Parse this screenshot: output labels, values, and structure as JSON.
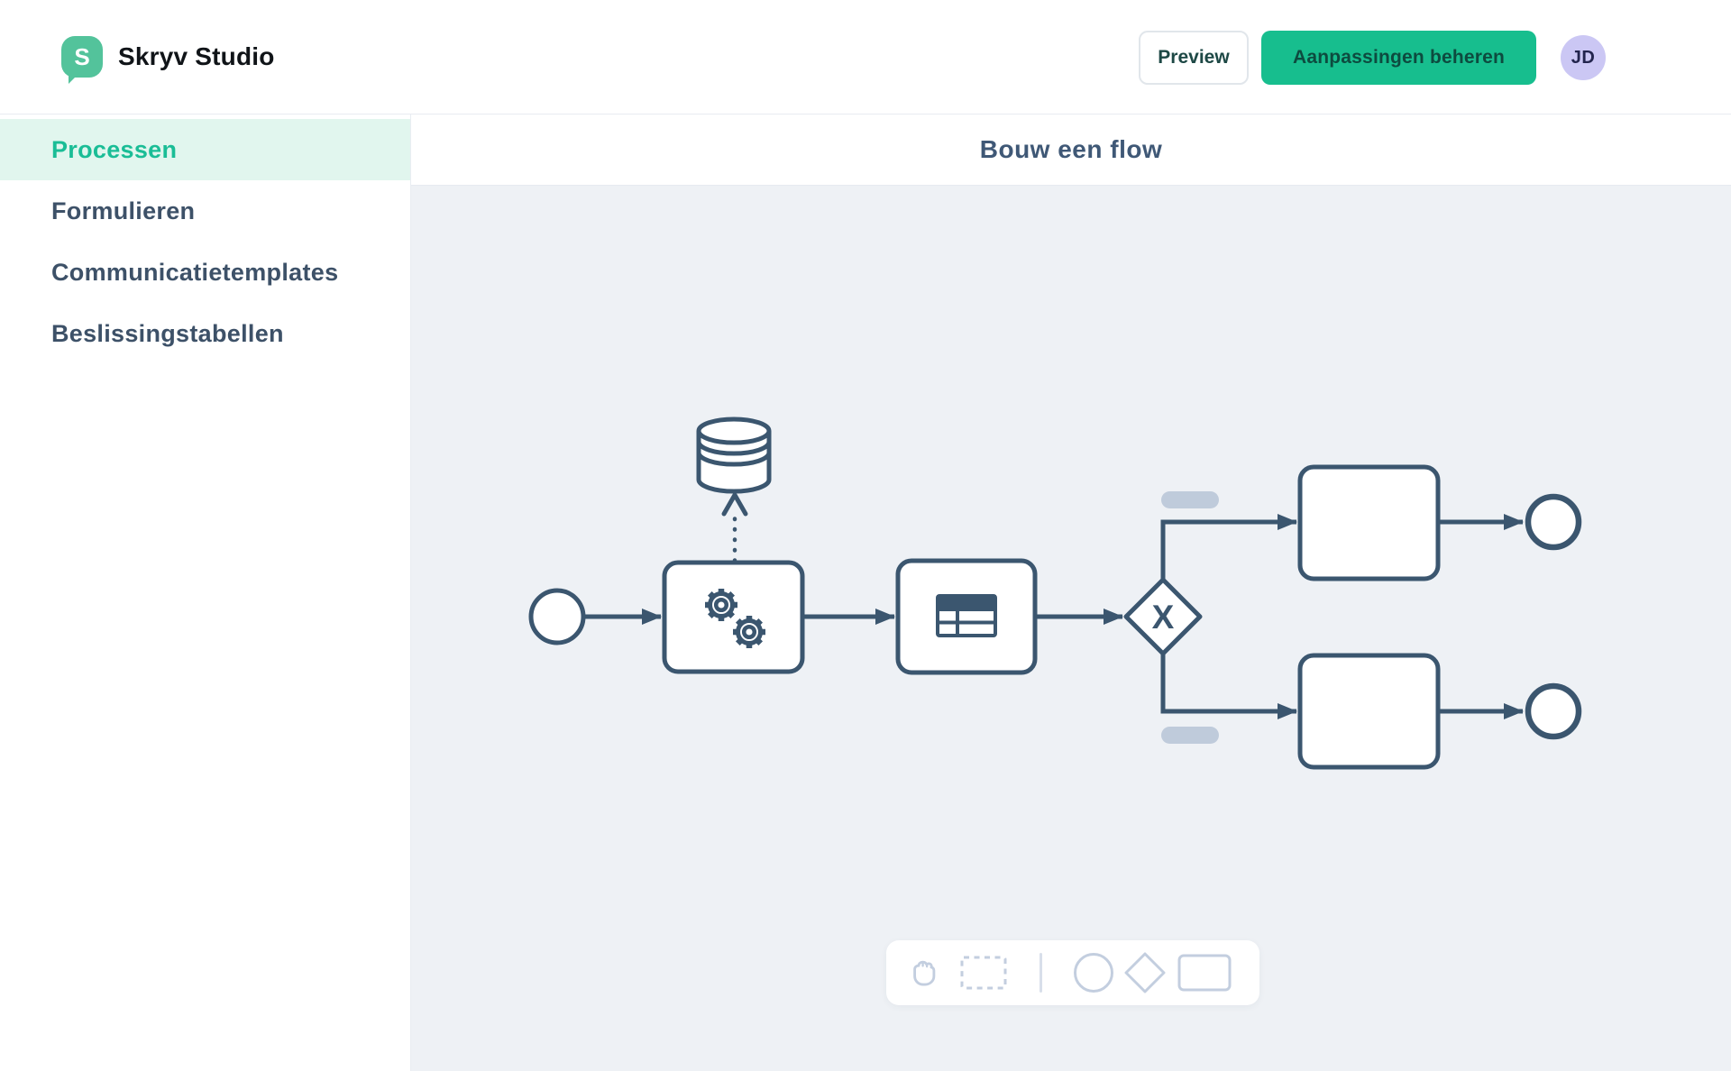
{
  "app": {
    "logo_letter": "S",
    "brand": "Skryv",
    "brand_suffix": "Studio"
  },
  "header": {
    "preview_label": "Preview",
    "manage_label": "Aanpassingen beheren",
    "avatar_initials": "JD"
  },
  "sidebar": {
    "items": [
      {
        "label": "Processen",
        "active": true
      },
      {
        "label": "Formulieren",
        "active": false
      },
      {
        "label": "Communicatietemplates",
        "active": false
      },
      {
        "label": "Beslissingstabellen",
        "active": false
      }
    ]
  },
  "main": {
    "title": "Bouw een flow"
  },
  "diagram": {
    "gateway_symbol": "X",
    "nodes": [
      {
        "id": "start",
        "type": "start-event"
      },
      {
        "id": "service-task",
        "type": "task",
        "icon": "gears-icon"
      },
      {
        "id": "data-store",
        "type": "data-store",
        "icon": "database-icon"
      },
      {
        "id": "table-task",
        "type": "task",
        "icon": "table-icon"
      },
      {
        "id": "gateway",
        "type": "exclusive-gateway",
        "symbol": "X"
      },
      {
        "id": "task-top",
        "type": "task",
        "label": ""
      },
      {
        "id": "task-bottom",
        "type": "task",
        "label": ""
      },
      {
        "id": "end-top",
        "type": "end-event"
      },
      {
        "id": "end-bottom",
        "type": "end-event"
      }
    ],
    "edges": [
      {
        "from": "start",
        "to": "service-task"
      },
      {
        "from": "service-task",
        "to": "data-store",
        "style": "dotted"
      },
      {
        "from": "service-task",
        "to": "table-task"
      },
      {
        "from": "table-task",
        "to": "gateway"
      },
      {
        "from": "gateway",
        "to": "task-top"
      },
      {
        "from": "gateway",
        "to": "task-bottom"
      },
      {
        "from": "task-top",
        "to": "end-top"
      },
      {
        "from": "task-bottom",
        "to": "end-bottom"
      }
    ],
    "label_placeholders": 2
  },
  "toolbar": {
    "tools": [
      {
        "name": "hand-tool"
      },
      {
        "name": "lasso-select-tool"
      },
      {
        "name": "circle-tool"
      },
      {
        "name": "diamond-tool"
      },
      {
        "name": "rectangle-tool"
      }
    ]
  },
  "colors": {
    "accent_green": "#17BE8E",
    "logo_green": "#53C39B",
    "active_nav_green": "#1ABD96",
    "active_nav_bg": "#E1F6EE",
    "nav_text": "#3D5168",
    "diagram_stroke": "#3B566F",
    "canvas_bg": "#EEF1F5",
    "pill_gray": "#BFCBDB",
    "toolbar_icon": "#C3CEDF",
    "avatar_bg": "#CBC7F4",
    "avatar_text": "#23254E"
  }
}
